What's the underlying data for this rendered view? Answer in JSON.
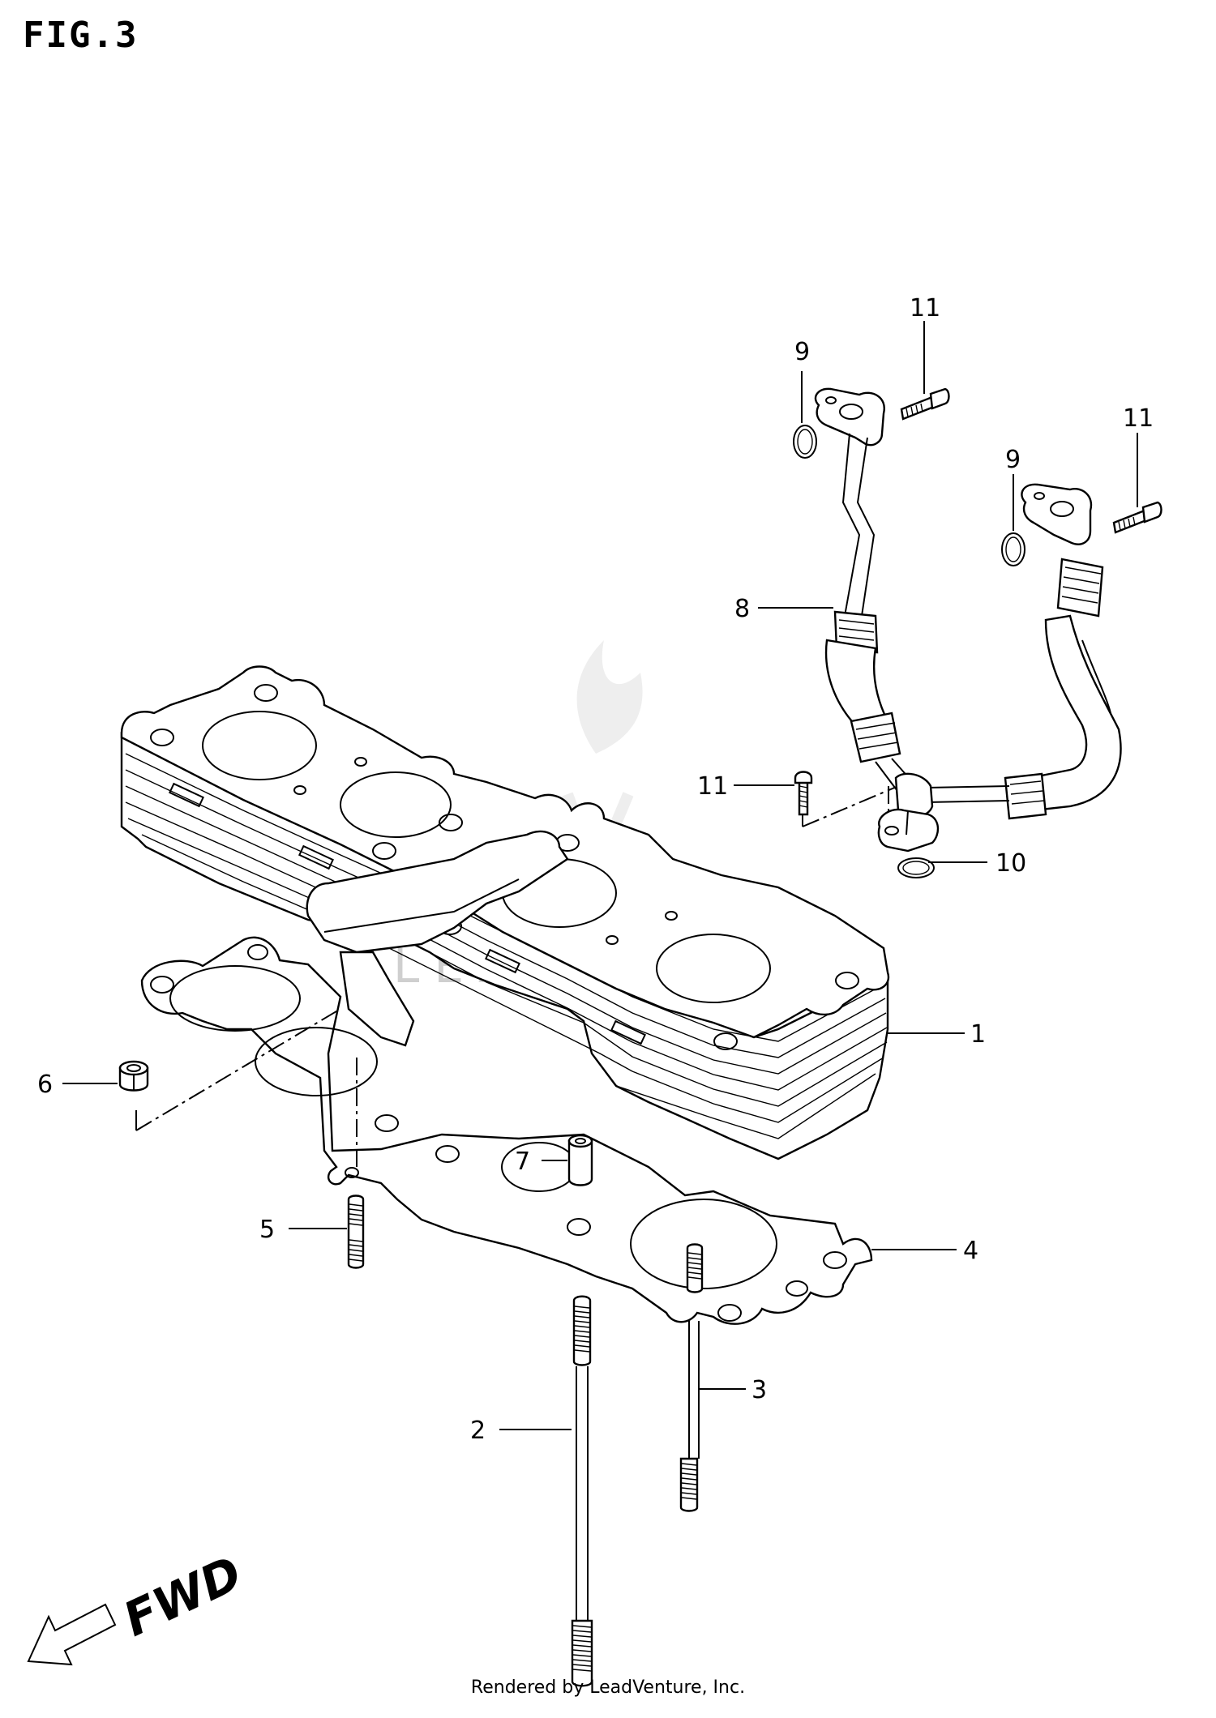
{
  "figure": {
    "title": "FIG.3",
    "footer": "Rendered by LeadVenture, Inc.",
    "watermark": "LEADVENTURE"
  },
  "callouts": {
    "c1": "1",
    "c2": "2",
    "c3": "3",
    "c4": "4",
    "c5": "5",
    "c6": "6",
    "c7": "7",
    "c8": "8",
    "c9a": "9",
    "c9b": "9",
    "c10": "10",
    "c11a": "11",
    "c11b": "11",
    "c11c": "11"
  },
  "direction": {
    "label": "FWD"
  }
}
